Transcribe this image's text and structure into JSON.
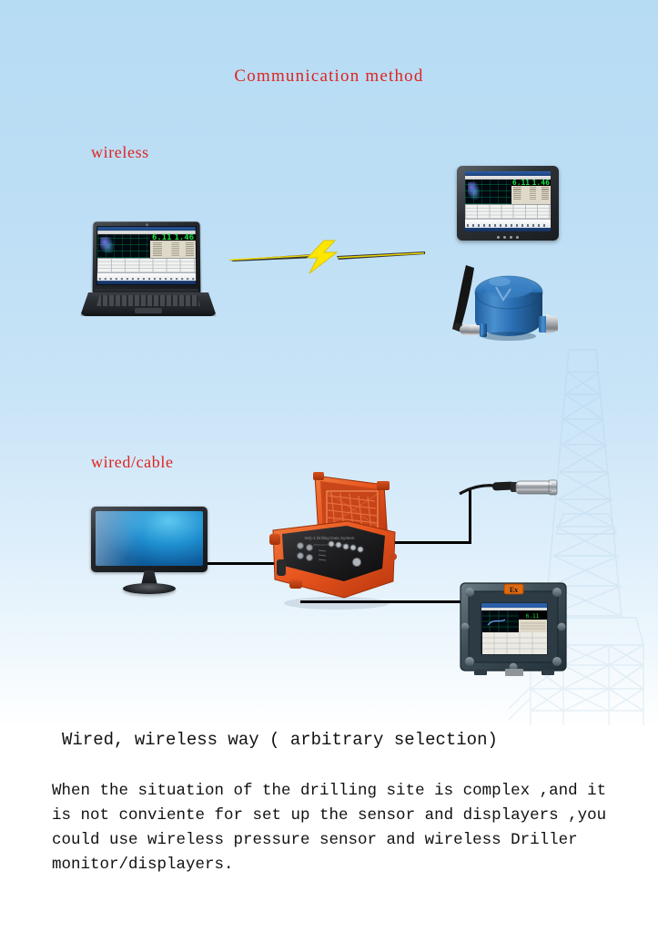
{
  "page": {
    "title": "Communication method",
    "background_top_color": "#b6dcf4",
    "background_bottom_color": "#ffffff"
  },
  "labels": {
    "wireless": "wireless",
    "wired": "wired/cable",
    "title_color": "#e0231f"
  },
  "diagram": {
    "wireless_section": {
      "laptop": {
        "name": "laptop computer with monitoring software"
      },
      "tablet": {
        "name": "tablet display with monitoring software"
      },
      "wireless_sensor": {
        "name": "blue wireless pressure sensor with antenna",
        "color": "#2a6fb5"
      },
      "signal": {
        "name": "wireless signal lightning bolt",
        "color": "#ffe600"
      }
    },
    "wired_section": {
      "monitor": {
        "name": "lcd monitor display",
        "screen_color": "#1f8fd0"
      },
      "case": {
        "name": "orange rugged data acquisition case",
        "color": "#e8551f"
      },
      "pressure_sensor": {
        "name": "stainless steel cable pressure sensor"
      },
      "ex_monitor": {
        "name": "explosion proof driller monitor",
        "badge": "Ex",
        "badge_color": "#e06a10"
      }
    },
    "background_watermark": {
      "name": "drilling rig derrick"
    }
  },
  "caption": {
    "headline": "Wired, wireless way ( arbitrary selection)",
    "paragraph_lines": [
      "When the situation of the drilling site is complex ,and it",
      "is not conviente for set up the sensor and displayers ,you",
      "could use wireless pressure sensor and wireless Driller",
      "monitor/displayers."
    ]
  },
  "app_screen": {
    "digit_readout_left": "6.11",
    "digit_readout_right": "1.46",
    "digit_color": "#19e84a"
  }
}
